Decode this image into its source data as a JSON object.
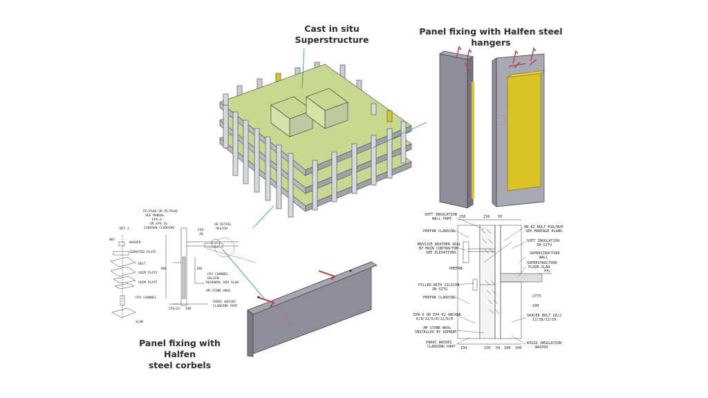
{
  "captions": {
    "superstructure_line1": "Cast in situ",
    "superstructure_line2": "Superstructure",
    "hangers": "Panel fixing with Halfen steel hangers",
    "corbels_line1": "Panel fixing with Halfen",
    "corbels_line2": "steel corbels"
  },
  "colors": {
    "slab": "#c8d891",
    "slab_edge": "#9ea3a8",
    "column": "#c9cdd2",
    "panel": "#8f8d9a",
    "insulation": "#d9c326",
    "hanger": "#b24a55",
    "leader": "#2f9a80"
  },
  "corbel_detail": {
    "labels": {
      "l1": "PE/PA40 OR PE/PA48",
      "l2": "SEE MANUAL",
      "l3": "EPA-6",
      "l4": "OR EPA-16",
      "l5": "FIBERON CLADDING",
      "det1": "DET.1",
      "nut": "NUT",
      "l_washer": "WASHER",
      "l_serrated": "SERRATED PLATE",
      "l_bolt": "BOLT",
      "l_shim": "SHIM PLATE",
      "l_shim2": "SHIM PLATE",
      "l_hta": "HTA CHANNEL",
      "l_slab": "SLAB",
      "l_rock": "ROCKWOOL DUO SLAB",
      "l_stone": "AM STONE WOOL",
      "l_parge": "PAROC WAS50I",
      "l_clad": "CLADDING PART",
      "l_hta2": "HTA CHANNEL",
      "l_halfen": "HALFEN",
      "d1": "250/62",
      "d2": "150",
      "d3": "40",
      "d4": "300",
      "d5": "180",
      "d6": "100",
      "d7": "HS DETAIL",
      "d8": "HALFEN"
    }
  },
  "section_detail": {
    "labels": {
      "a1": "SOFT INSULATION",
      "a2": "WALL PART",
      "a3": "PREFAB CLADDING",
      "a4": "MASSIVE WEATHER SEAL",
      "a5": "BY MAIN CONTRACTOR",
      "a6": "SEE ELEVATIONS",
      "a7": "FILLED WITH SILICON",
      "a8": "IN SITU",
      "a9": "PREFAB CLADDING",
      "a10": "EPA-6 OR EPA-62 ANCHOR",
      "a11": "6/8/12/6/8/12/6/8",
      "a12": "AM STONE WOOL",
      "a13": "INSTALLED BY ODPROM",
      "a14": "PAROC WAS50I",
      "a15": "CLADDING PART",
      "b1": "HB-BZ BOLT M16/M20",
      "b2": "SEE MONTAGE PLANS",
      "b3": "SOFT INSULATION",
      "b4": "IN SITU",
      "b5": "SUPERSTRUCTURE",
      "b6": "WALL",
      "b7": "SUPERSTRUCTURE",
      "b8": "FLOOR SLAB",
      "b9": "SPACER BOLT 20/2",
      "b10": "12/18/12/16",
      "b11": "RIGID INSULATION",
      "b12": "WAS50I",
      "t1": "150",
      "t2": "150",
      "t3": "50",
      "bt1": "150",
      "bt2": "150",
      "bt3": "50",
      "bt4": "100",
      "bt5": "100",
      "dv": "2775",
      "dv2": "100",
      "lv": "PREFAB",
      "lvl": "FFL"
    }
  }
}
